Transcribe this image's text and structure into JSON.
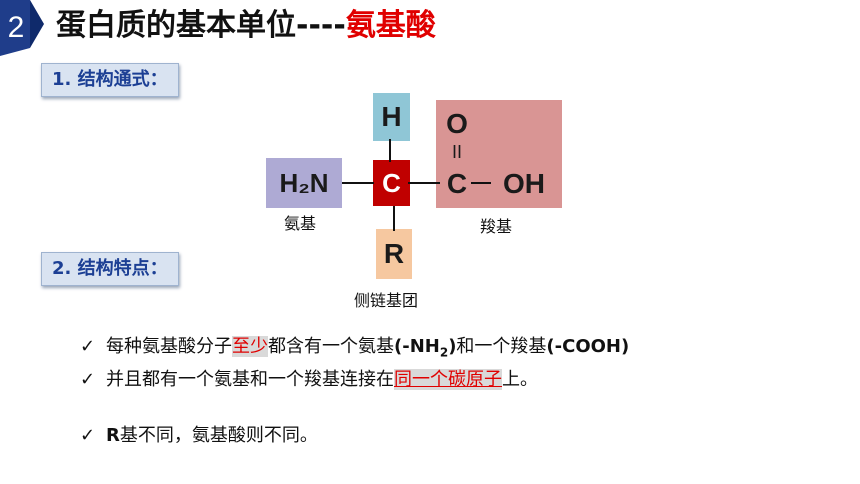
{
  "header": {
    "section_number": "2",
    "title_main": "蛋白质的基本单位----",
    "title_accent": "氨基酸"
  },
  "sections": [
    {
      "label": "1. 结构通式："
    },
    {
      "label": "2. 结构特点："
    }
  ],
  "structure": {
    "amino_group": "H₂N",
    "alpha_carbon": "C",
    "hydrogen": "H",
    "r_group": "R",
    "carboxyl_oxygen": "O",
    "carboxyl_double_bond": "II",
    "carboxyl_carbon": "C",
    "hydroxyl": "OH",
    "caption_amino": "氨基",
    "caption_carboxyl": "羧基",
    "caption_side_chain": "侧链基团"
  },
  "colors": {
    "amino_box": "#aeaad4",
    "carbon_box": "#c00000",
    "hydrogen_box": "#8fc6d6",
    "r_box": "#f6c8a0",
    "carboxyl_box": "#d99594",
    "accent_red": "#e00000",
    "label_blue": "#1c3f94"
  },
  "bullets": {
    "check": "✓",
    "b1_p1": "每种氨基酸分子",
    "b1_hl": "至少",
    "b1_p2": "都含有一个氨基",
    "b1_code1a": "(-NH",
    "b1_code1sub": "2",
    "b1_code1b": ")",
    "b1_p3": "和一个羧基",
    "b1_code2": "(-COOH)",
    "b2_p1": "并且都有一个氨基和一个羧基连接在",
    "b2_hl": "同一个碳原子",
    "b2_p2": "上。",
    "b3_code": "R",
    "b3_p1": "基不同，氨基酸则不同。"
  }
}
